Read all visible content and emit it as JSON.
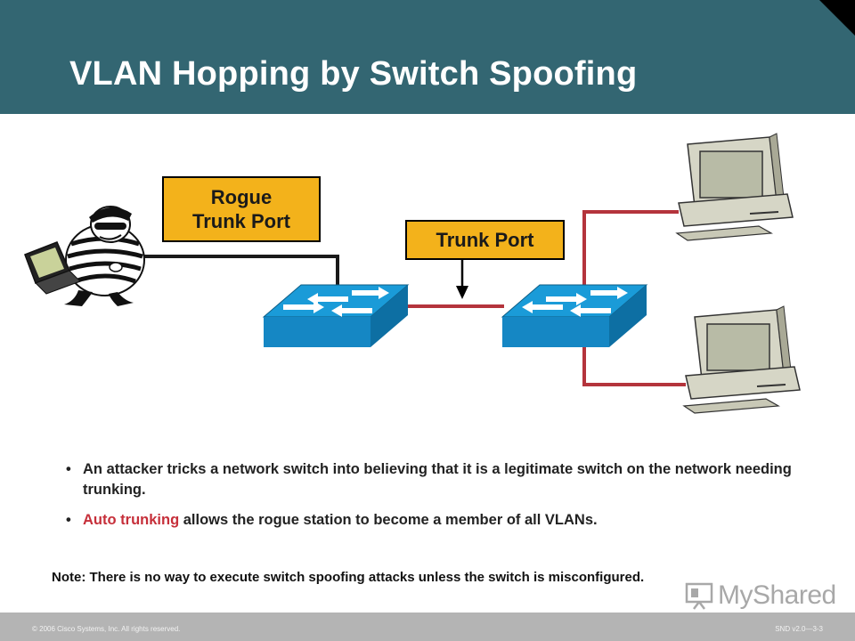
{
  "slide": {
    "title": "VLAN Hopping by Switch Spoofing"
  },
  "diagram": {
    "rogue_label_line1": "Rogue",
    "rogue_label_line2": "Trunk Port",
    "trunk_label": "Trunk Port"
  },
  "bullets": {
    "b1": "An attacker tricks a network switch into believing that it is a legitimate switch on the network needing trunking.",
    "b2_accent": "Auto trunking",
    "b2_rest": " allows the rogue station to become a member of all VLANs."
  },
  "note": "Note: There is no way to execute switch spoofing attacks unless the switch is misconfigured.",
  "footer": {
    "copyright": "© 2006 Cisco Systems, Inc. All rights reserved.",
    "course": "SND v2.0—3-3"
  },
  "watermark": "MyShared",
  "colors": {
    "header": "#336672",
    "label_fill": "#f3b21b",
    "accent_red": "#c62f3a",
    "link_red": "#b4343c",
    "switch_blue": "#1a9bd8"
  },
  "icons": [
    "attacker-icon",
    "laptop-icon",
    "switch-icon",
    "pc-icon",
    "arrow-down-icon"
  ]
}
